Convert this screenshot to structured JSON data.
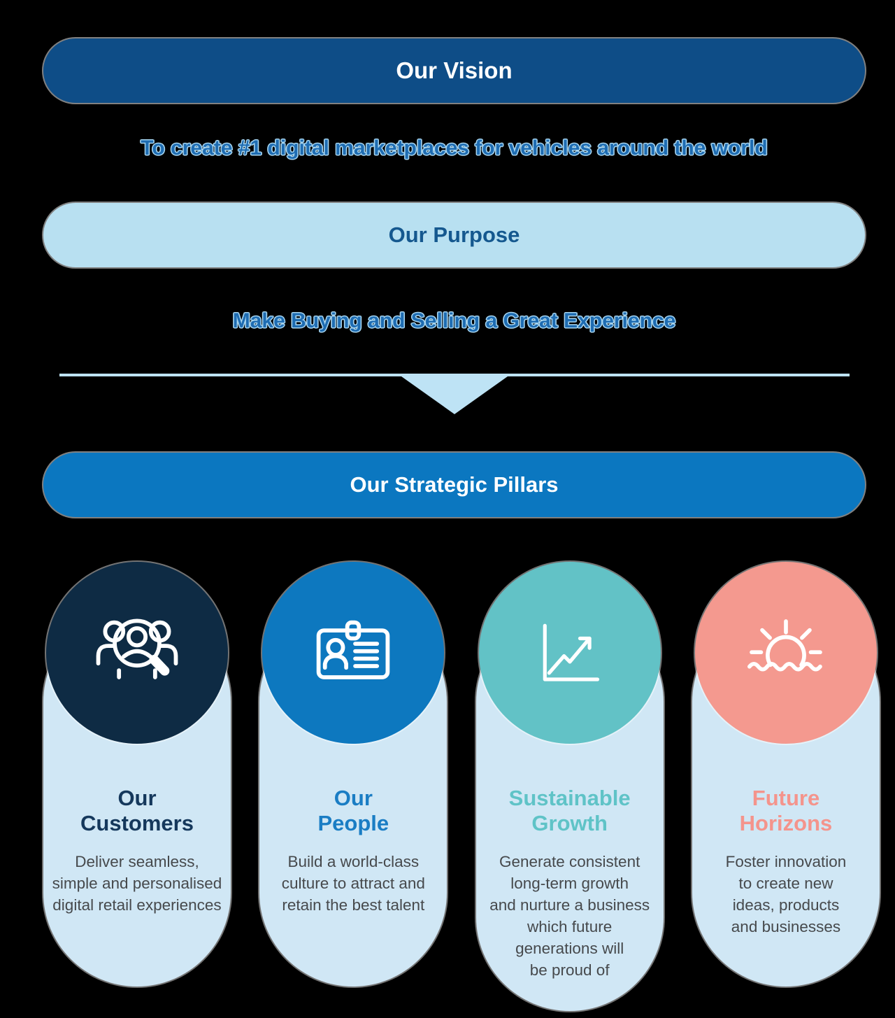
{
  "page": {
    "background_color": "#000000"
  },
  "vision": {
    "banner_label": "Our Vision",
    "banner_color": "#0E4D87",
    "banner_text_color": "#FFFFFF",
    "statement": "To create #1 digital marketplaces for vehicles around the world",
    "statement_color": "#1E6CB2",
    "statement_outline_color": "#A6D4EF"
  },
  "purpose": {
    "banner_label": "Our Purpose",
    "banner_color": "#B8E0F1",
    "banner_text_color": "#15588F",
    "statement": "Make Buying and Selling a Great Experience",
    "statement_color": "#1E6CB2"
  },
  "connector": {
    "color": "#BEE3F5"
  },
  "pillars_banner": {
    "label": "Our Strategic Pillars",
    "banner_color": "#0B77C0",
    "banner_text_color": "#FFFFFF"
  },
  "pillars": [
    {
      "title": "Our\nCustomers",
      "description": "Deliver seamless,\nsimple and personalised\ndigital retail experiences",
      "icon": "customers-search-icon",
      "accent_color": "#0E2B44",
      "title_color": "#15385C",
      "card_color": "#D0E7F5"
    },
    {
      "title": "Our\nPeople",
      "description": "Build a world-class\nculture to attract and\nretain the best talent",
      "icon": "id-badge-icon",
      "accent_color": "#0D78BF",
      "title_color": "#1A7DC4",
      "card_color": "#D0E7F5"
    },
    {
      "title": "Sustainable\nGrowth",
      "description": "Generate consistent\nlong-term growth\nand nurture a business\nwhich future\ngenerations will\nbe proud of",
      "icon": "growth-chart-icon",
      "accent_color": "#62C2C6",
      "title_color": "#5FC3C7",
      "card_color": "#D0E7F5"
    },
    {
      "title": "Future\nHorizons",
      "description": "Foster innovation\nto create new\nideas, products\nand businesses",
      "icon": "sunrise-icon",
      "accent_color": "#F4998F",
      "title_color": "#F4948C",
      "card_color": "#D0E7F5"
    }
  ]
}
